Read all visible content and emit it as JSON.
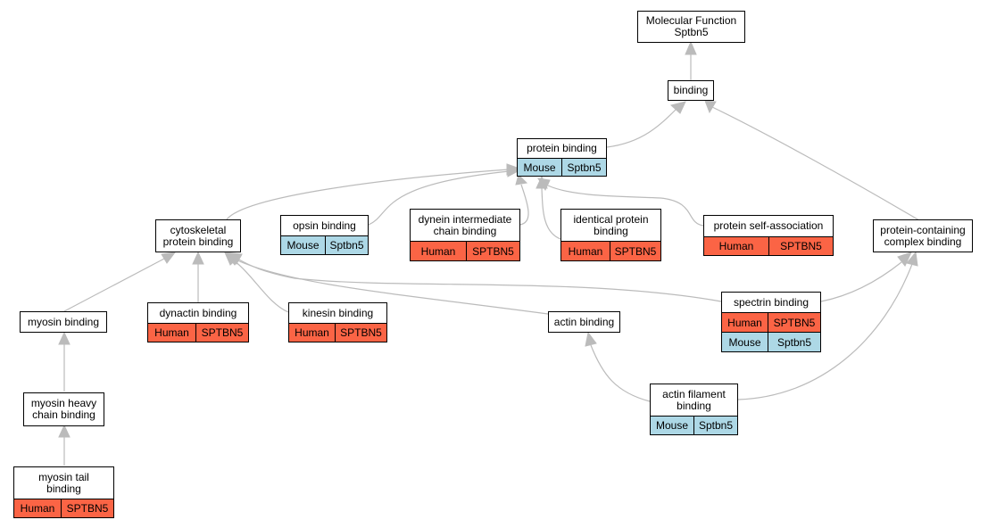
{
  "colors": {
    "human": "#fb6445",
    "mouse": "#add8e6",
    "edge": "#bbbbbb"
  },
  "nodes": {
    "mf": {
      "title": "Molecular Function\nSptbn5"
    },
    "binding": {
      "title": "binding"
    },
    "protein_binding": {
      "title": "protein binding",
      "rows": [
        [
          "Mouse",
          "Sptbn5"
        ]
      ]
    },
    "cytoskeletal": {
      "title": "cytoskeletal\nprotein binding"
    },
    "opsin": {
      "title": "opsin binding",
      "rows": [
        [
          "Mouse",
          "Sptbn5"
        ]
      ]
    },
    "dynein": {
      "title": "dynein intermediate\nchain binding",
      "rows": [
        [
          "Human",
          "SPTBN5"
        ]
      ]
    },
    "identical": {
      "title": "identical protein\nbinding",
      "rows": [
        [
          "Human",
          "SPTBN5"
        ]
      ]
    },
    "self_assoc": {
      "title": "protein self-association",
      "rows": [
        [
          "Human",
          "SPTBN5"
        ]
      ]
    },
    "complex": {
      "title": "protein-containing\ncomplex binding"
    },
    "myosin": {
      "title": "myosin binding"
    },
    "dynactin": {
      "title": "dynactin binding",
      "rows": [
        [
          "Human",
          "SPTBN5"
        ]
      ]
    },
    "kinesin": {
      "title": "kinesin binding",
      "rows": [
        [
          "Human",
          "SPTBN5"
        ]
      ]
    },
    "actin": {
      "title": "actin binding"
    },
    "spectrin": {
      "title": "spectrin binding",
      "rows": [
        [
          "Human",
          "SPTBN5"
        ],
        [
          "Mouse",
          "Sptbn5"
        ]
      ]
    },
    "myosin_heavy": {
      "title": "myosin heavy\nchain binding"
    },
    "actin_filament": {
      "title": "actin filament\nbinding",
      "rows": [
        [
          "Mouse",
          "Sptbn5"
        ]
      ]
    },
    "myosin_tail": {
      "title": "myosin tail\nbinding",
      "rows": [
        [
          "Human",
          "SPTBN5"
        ]
      ]
    }
  },
  "edges": [
    [
      "binding",
      "mf"
    ],
    [
      "protein_binding",
      "binding"
    ],
    [
      "complex",
      "binding"
    ],
    [
      "cytoskeletal",
      "protein_binding"
    ],
    [
      "opsin",
      "protein_binding"
    ],
    [
      "dynein",
      "protein_binding"
    ],
    [
      "identical",
      "protein_binding"
    ],
    [
      "self_assoc",
      "protein_binding"
    ],
    [
      "myosin",
      "cytoskeletal"
    ],
    [
      "dynactin",
      "cytoskeletal"
    ],
    [
      "kinesin",
      "cytoskeletal"
    ],
    [
      "actin",
      "cytoskeletal"
    ],
    [
      "spectrin",
      "cytoskeletal"
    ],
    [
      "spectrin",
      "complex"
    ],
    [
      "myosin_heavy",
      "myosin"
    ],
    [
      "myosin_tail",
      "myosin_heavy"
    ],
    [
      "actin_filament",
      "actin"
    ],
    [
      "actin_filament",
      "complex"
    ]
  ]
}
